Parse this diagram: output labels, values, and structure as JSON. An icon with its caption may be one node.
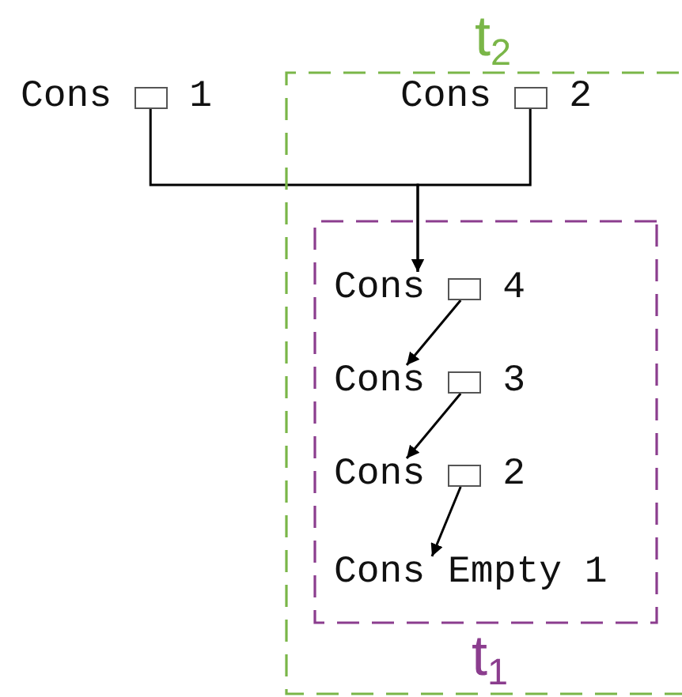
{
  "diagram": {
    "nodes": [
      {
        "text": [
          "t$_{2}$"
        ]
      },
      {
        "text": [
          "Cons",
          "1"
        ]
      },
      {
        "text": [],
        "shape": "box",
        "in": 1
      },
      {
        "text": [
          "Cons",
          "2"
        ],
        "in": 0
      },
      {
        "text": [],
        "shape": "box",
        "in": 3
      },
      {
        "text": [
          "t$_{1}$"
        ],
        "in": 0
      },
      {
        "text": [
          "Cons",
          "4"
        ],
        "in": 5
      },
      {
        "text": [],
        "shape": "box",
        "in": 6
      },
      {
        "text": [
          "Cons",
          "3"
        ],
        "in": 5
      },
      {
        "text": [],
        "shape": "box",
        "in": 8
      },
      {
        "text": [
          "Cons",
          "2"
        ],
        "in": 5
      },
      {
        "text": [],
        "shape": "box",
        "in": 10
      },
      {
        "text": [
          "Cons Empty 1"
        ],
        "in": 5
      }
    ],
    "edges": [
      {
        "from": 2,
        "to": 6,
        "arrow": "to"
      },
      {
        "from": 4,
        "to": 6,
        "arrow": "to"
      },
      {
        "from": 7,
        "to": 8,
        "arrow": "to"
      },
      {
        "from": 9,
        "to": 10,
        "arrow": "to"
      },
      {
        "from": 11,
        "to": 12,
        "arrow": "to"
      }
    ]
  }
}
